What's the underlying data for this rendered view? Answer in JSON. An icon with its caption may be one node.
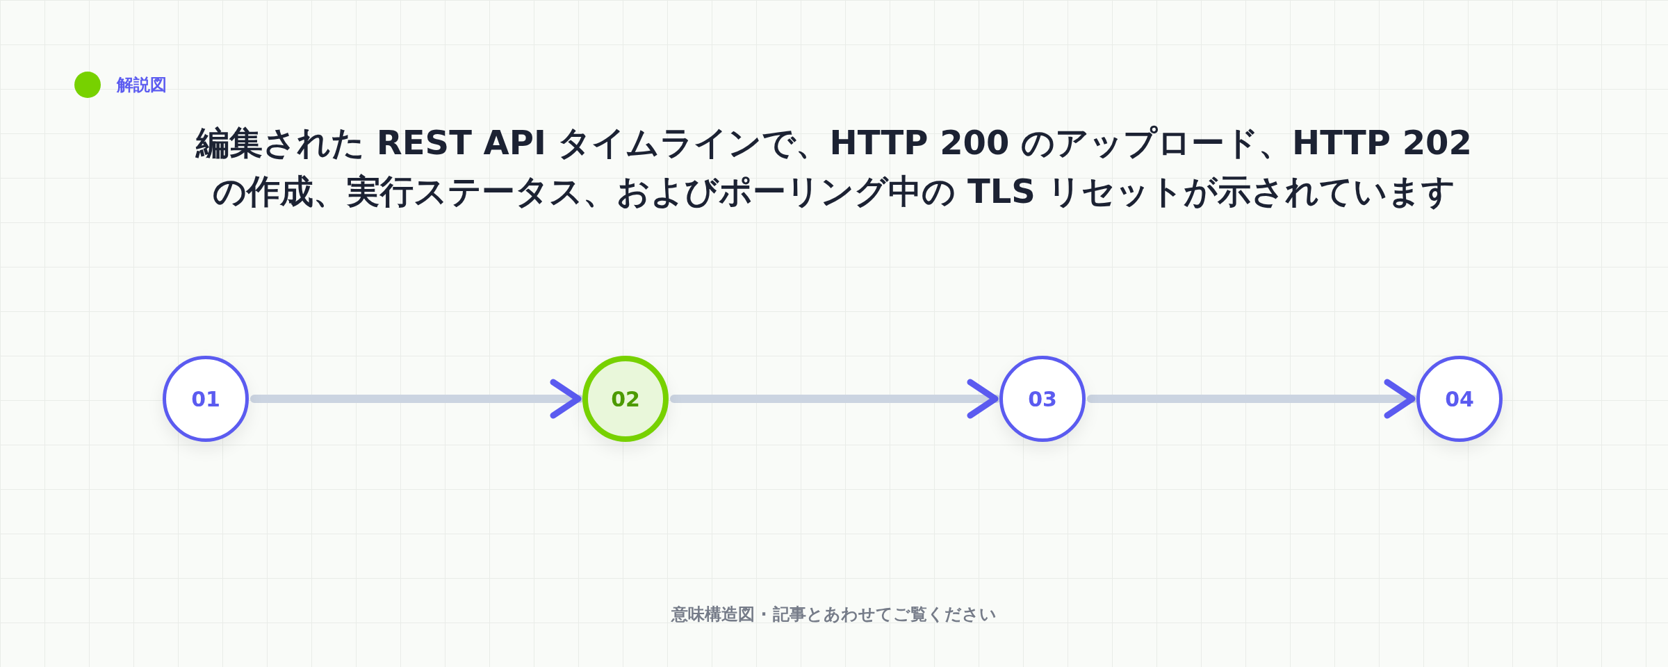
{
  "diagram": {
    "title": "編集された REST API タイムラインで、HTTP 200 のアップロード、HTTP 202 の作成、実行ステータス、およびポーリング中の TLS リセットが示されています",
    "nodes": [
      {
        "text": [
          "01"
        ]
      },
      {
        "text": [
          "02"
        ]
      },
      {
        "text": [
          "03"
        ]
      },
      {
        "text": [
          "04"
        ]
      }
    ],
    "edges": [
      {
        "from": 0,
        "to": 1,
        "arrow": "to"
      },
      {
        "from": 1,
        "to": 2,
        "arrow": "to"
      },
      {
        "from": 2,
        "to": 3,
        "arrow": "to"
      }
    ],
    "labels": [
      "解説図",
      "意味構造図 · 記事とあわせてご覧ください"
    ]
  }
}
